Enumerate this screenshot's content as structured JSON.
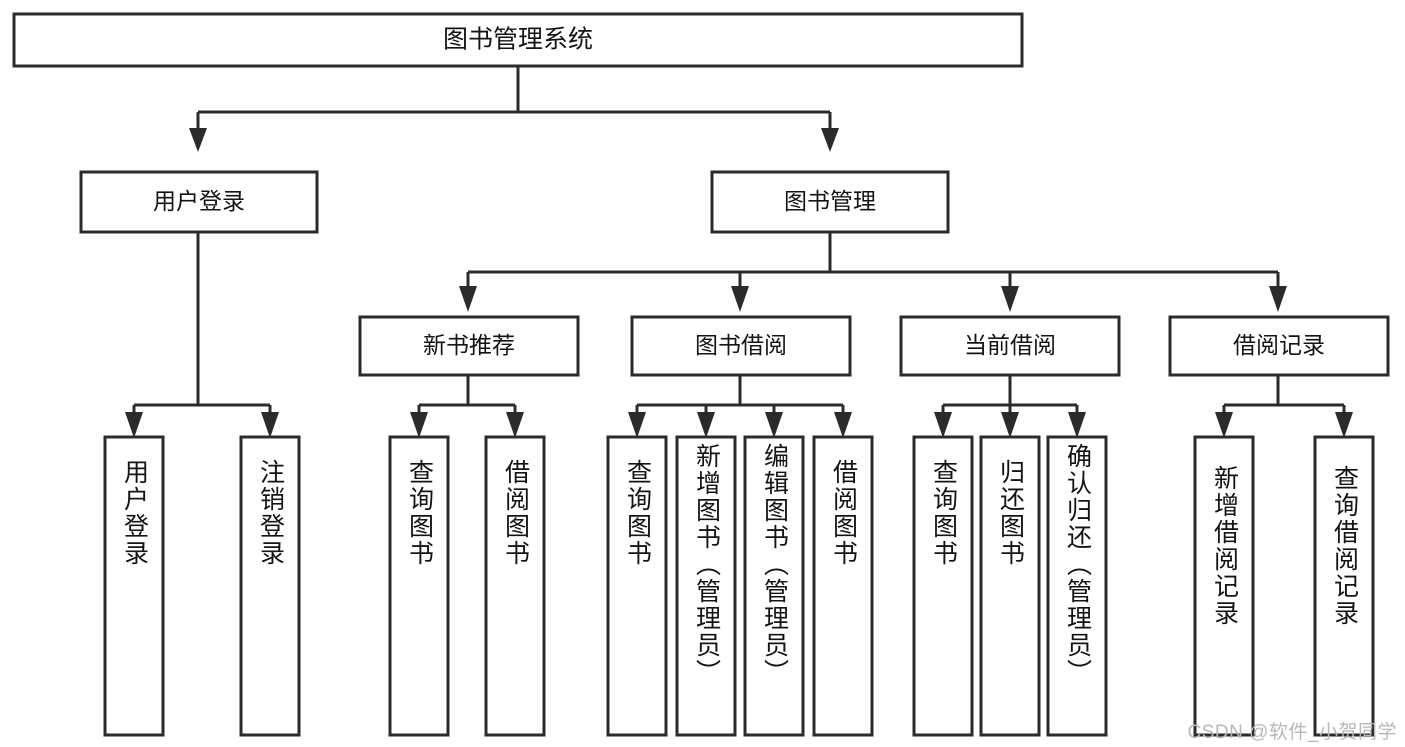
{
  "diagram": {
    "type": "tree-hierarchy",
    "title": "图书管理系统",
    "root": {
      "id": "root",
      "label": "图书管理系统"
    },
    "level1": [
      {
        "id": "user-login",
        "label": "用户登录"
      },
      {
        "id": "book-manage",
        "label": "图书管理"
      }
    ],
    "level2": [
      {
        "id": "new-book-recommend",
        "label": "新书推荐",
        "parent": "book-manage"
      },
      {
        "id": "book-borrow",
        "label": "图书借阅",
        "parent": "book-manage"
      },
      {
        "id": "current-borrow",
        "label": "当前借阅",
        "parent": "book-manage"
      },
      {
        "id": "borrow-record",
        "label": "借阅记录",
        "parent": "book-manage"
      }
    ],
    "leaves": [
      {
        "id": "leaf-user-login",
        "label": "用户登录",
        "parent": "user-login"
      },
      {
        "id": "leaf-logout",
        "label": "注销登录",
        "parent": "user-login"
      },
      {
        "id": "leaf-query-book-1",
        "label": "查询图书",
        "parent": "new-book-recommend"
      },
      {
        "id": "leaf-borrow-book-1",
        "label": "借阅图书",
        "parent": "new-book-recommend"
      },
      {
        "id": "leaf-query-book-2",
        "label": "查询图书",
        "parent": "book-borrow"
      },
      {
        "id": "leaf-add-book",
        "label": "新增图书（管理员）",
        "parent": "book-borrow"
      },
      {
        "id": "leaf-edit-book",
        "label": "编辑图书（管理员）",
        "parent": "book-borrow"
      },
      {
        "id": "leaf-borrow-book-2",
        "label": "借阅图书",
        "parent": "book-borrow"
      },
      {
        "id": "leaf-query-book-3",
        "label": "查询图书",
        "parent": "current-borrow"
      },
      {
        "id": "leaf-return-book",
        "label": "归还图书",
        "parent": "current-borrow"
      },
      {
        "id": "leaf-confirm-return",
        "label": "确认归还（管理员）",
        "parent": "current-borrow"
      },
      {
        "id": "leaf-add-record",
        "label": "新增借阅记录",
        "parent": "borrow-record"
      },
      {
        "id": "leaf-query-record",
        "label": "查询借阅记录",
        "parent": "borrow-record"
      }
    ]
  },
  "watermark": {
    "text": "CSDN @软件_小贺同学"
  },
  "colors": {
    "stroke": "#2b2b2b",
    "fill": "#ffffff",
    "text": "#141414",
    "watermark": "#b8b8b8"
  }
}
